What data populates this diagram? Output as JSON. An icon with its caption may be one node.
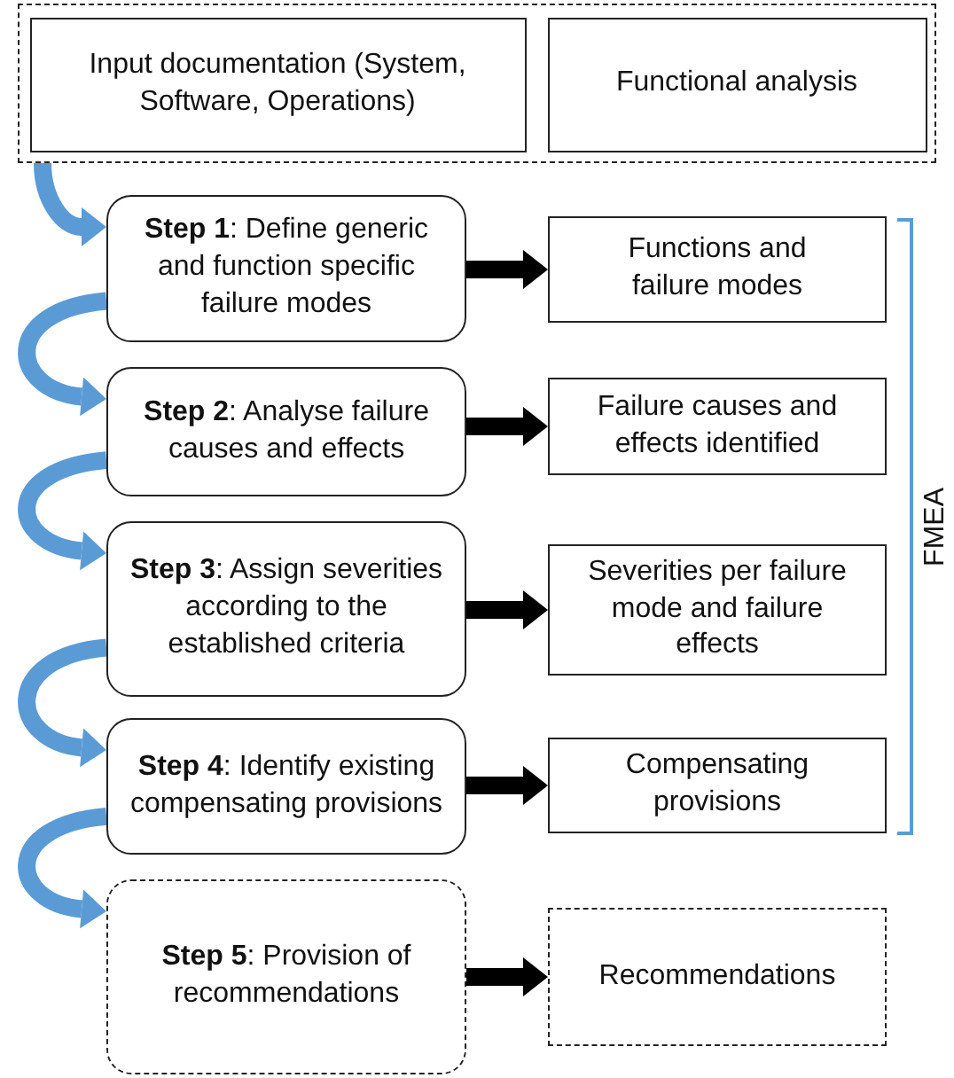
{
  "diagram": {
    "nodes": [
      {
        "text": [],
        "shape": "box"
      },
      {
        "text": [
          "Input documentation (System, Software, Operations)"
        ],
        "in": 0
      },
      {
        "text": [
          "Functional analysis"
        ],
        "in": 0
      },
      {
        "text": [
          "**Step 1**: Define generic and function specific failure modes"
        ]
      },
      {
        "text": [
          "Functions and failure modes"
        ]
      },
      {
        "text": [
          "**Step 2**: Analyse failure causes and effects"
        ]
      },
      {
        "text": [
          "Failure causes and effects identified"
        ]
      },
      {
        "text": [
          "**Step 3**: Assign severities according to the established criteria"
        ]
      },
      {
        "text": [
          "Severities per failure mode and failure effects"
        ]
      },
      {
        "text": [
          "**Step 4**: Identify existing compensating provisions"
        ]
      },
      {
        "text": [
          "Compensating provisions"
        ]
      },
      {
        "text": [
          "**Step 5**: Provision of recommendations"
        ]
      },
      {
        "text": [
          "Recommendations"
        ]
      }
    ],
    "edges": [
      {
        "from": 0,
        "to": 3,
        "arrow": "to",
        "color": "#5b9bd5"
      },
      {
        "from": 3,
        "to": 4,
        "arrow": "to",
        "color": "#000000"
      },
      {
        "from": 3,
        "to": 5,
        "arrow": "to",
        "color": "#5b9bd5"
      },
      {
        "from": 5,
        "to": 6,
        "arrow": "to",
        "color": "#000000"
      },
      {
        "from": 5,
        "to": 7,
        "arrow": "to",
        "color": "#5b9bd5"
      },
      {
        "from": 7,
        "to": 8,
        "arrow": "to",
        "color": "#000000"
      },
      {
        "from": 7,
        "to": 9,
        "arrow": "to",
        "color": "#5b9bd5"
      },
      {
        "from": 9,
        "to": 10,
        "arrow": "to",
        "color": "#000000"
      },
      {
        "from": 9,
        "to": 11,
        "arrow": "to",
        "color": "#5b9bd5"
      },
      {
        "from": 11,
        "to": 12,
        "arrow": "to",
        "color": "#000000"
      }
    ],
    "labels": [
      "FMEA"
    ]
  }
}
